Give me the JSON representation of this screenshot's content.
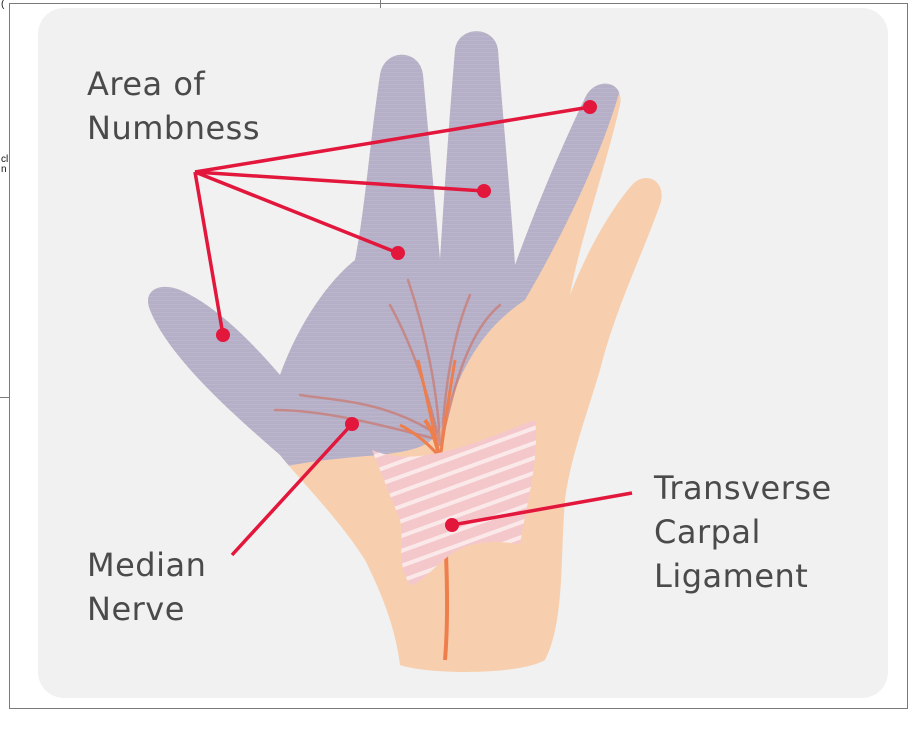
{
  "labels": {
    "numbness_line1": "Area of",
    "numbness_line2": "Numbness",
    "median_line1": "Median",
    "median_line2": "Nerve",
    "ligament_line1": "Transverse",
    "ligament_line2": "Carpal",
    "ligament_line3": "Ligament"
  },
  "cropped_margin": {
    "top_glyph": "(",
    "mid_glyph_1": "cl",
    "mid_glyph_2": "n"
  },
  "colors": {
    "panel": "#f1f1f2",
    "skin": "#f7cfae",
    "numbness": "#b2aec9",
    "nerve": "#ee7f4d",
    "marker": "#e3163c",
    "ligament": "#f4c7cb",
    "text": "#4a4a4a"
  }
}
